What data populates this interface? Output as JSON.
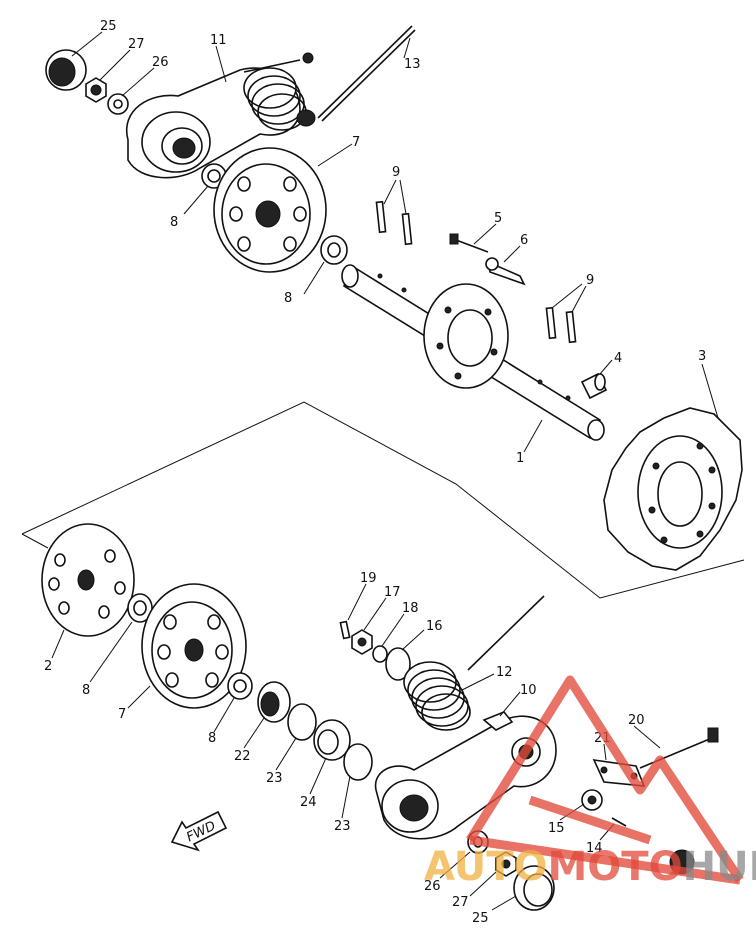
{
  "diagram": {
    "labels": {
      "p1": "1",
      "p2": "2",
      "p3": "3",
      "p4": "4",
      "p5": "5",
      "p6": "6",
      "p7a": "7",
      "p7b": "7",
      "p8a": "8",
      "p8b": "8",
      "p8c": "8",
      "p8d": "8",
      "p9a": "9",
      "p9b": "9",
      "p10": "10",
      "p11": "11",
      "p12": "12",
      "p13": "13",
      "p14": "14",
      "p15": "15",
      "p16": "16",
      "p17": "17",
      "p18": "18",
      "p19": "19",
      "p20": "20",
      "p21": "21",
      "p22": "22",
      "p23a": "23",
      "p23b": "23",
      "p24": "24",
      "p25a": "25",
      "p25b": "25",
      "p26a": "26",
      "p26b": "26",
      "p27a": "27",
      "p27b": "27"
    },
    "fwd_label": "FWD"
  },
  "watermark": {
    "brand_part1": "AUTO",
    "brand_part2": "MOTO",
    "brand_part3": "HUB",
    "color_orange": "#f0b040",
    "color_red": "#e24a3b",
    "color_gray": "#8a8a8a"
  }
}
